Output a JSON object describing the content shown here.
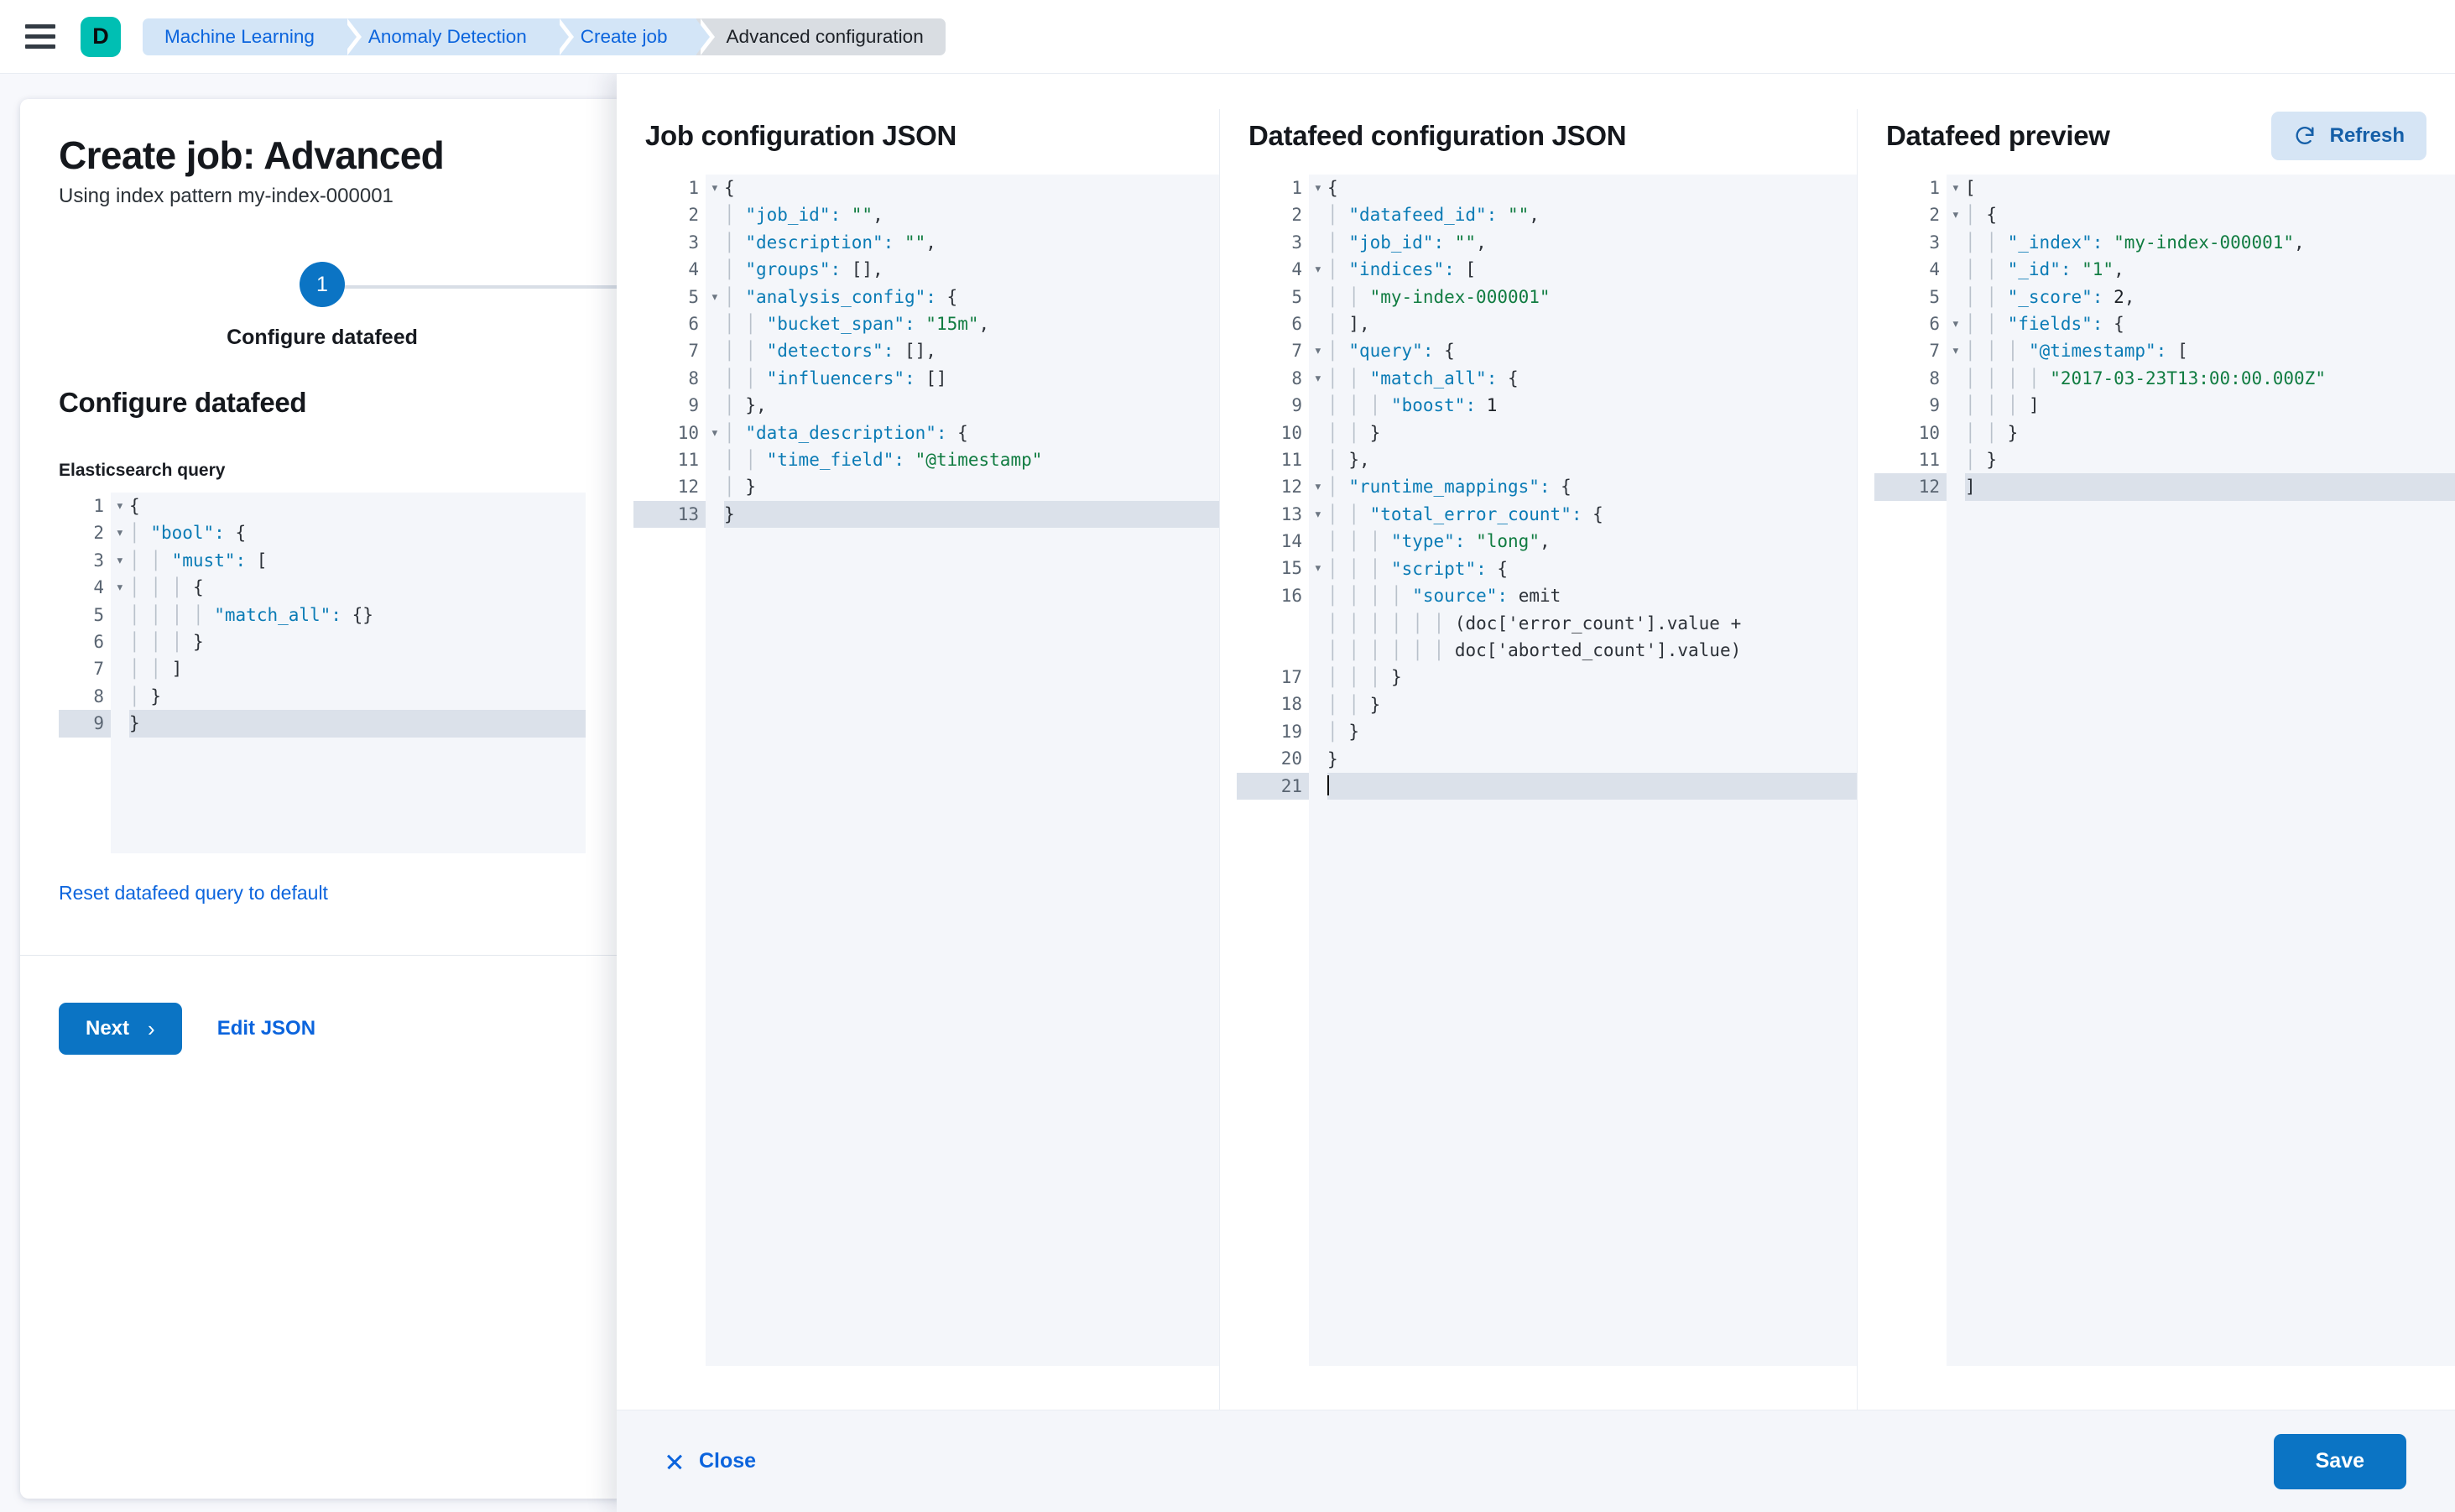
{
  "topnav": {
    "menu_icon": "hamburger-icon",
    "logo_letter": "D",
    "breadcrumbs": [
      {
        "label": "Machine Learning",
        "current": false
      },
      {
        "label": "Anomaly Detection",
        "current": false
      },
      {
        "label": "Create job",
        "current": false
      },
      {
        "label": "Advanced configuration",
        "current": true
      }
    ]
  },
  "wizard": {
    "title": "Create job: Advanced",
    "subtitle": "Using index pattern my-index-000001",
    "step_number": "1",
    "step_label": "Configure datafeed",
    "section_title": "Configure datafeed",
    "query_field_label": "Elasticsearch query",
    "reset_link": "Reset datafeed query to default",
    "next_label": "Next",
    "next_chevron": "›",
    "edit_json_label": "Edit JSON",
    "query_editor": {
      "highlighted_line": 9,
      "lines": [
        {
          "n": 1,
          "fold": true,
          "text": "{"
        },
        {
          "n": 2,
          "fold": true,
          "text": "  \"bool\": {"
        },
        {
          "n": 3,
          "fold": true,
          "text": "    \"must\": ["
        },
        {
          "n": 4,
          "fold": true,
          "text": "      {"
        },
        {
          "n": 5,
          "fold": false,
          "text": "        \"match_all\": {}"
        },
        {
          "n": 6,
          "fold": false,
          "text": "      }"
        },
        {
          "n": 7,
          "fold": false,
          "text": "    ]"
        },
        {
          "n": 8,
          "fold": false,
          "text": "  }"
        },
        {
          "n": 9,
          "fold": false,
          "text": "}"
        }
      ]
    }
  },
  "flyout": {
    "panels": [
      {
        "key": "job_config",
        "title": "Job configuration JSON",
        "has_refresh": false,
        "editor": {
          "highlighted_line": 13,
          "lines": [
            {
              "n": 1,
              "fold": true,
              "text": "{"
            },
            {
              "n": 2,
              "fold": false,
              "text": "  \"job_id\": \"\","
            },
            {
              "n": 3,
              "fold": false,
              "text": "  \"description\": \"\","
            },
            {
              "n": 4,
              "fold": false,
              "text": "  \"groups\": [],"
            },
            {
              "n": 5,
              "fold": true,
              "text": "  \"analysis_config\": {"
            },
            {
              "n": 6,
              "fold": false,
              "text": "    \"bucket_span\": \"15m\","
            },
            {
              "n": 7,
              "fold": false,
              "text": "    \"detectors\": [],"
            },
            {
              "n": 8,
              "fold": false,
              "text": "    \"influencers\": []"
            },
            {
              "n": 9,
              "fold": false,
              "text": "  },"
            },
            {
              "n": 10,
              "fold": true,
              "text": "  \"data_description\": {"
            },
            {
              "n": 11,
              "fold": false,
              "text": "    \"time_field\": \"@timestamp\""
            },
            {
              "n": 12,
              "fold": false,
              "text": "  }"
            },
            {
              "n": 13,
              "fold": false,
              "text": "}"
            }
          ]
        }
      },
      {
        "key": "datafeed_config",
        "title": "Datafeed configuration JSON",
        "has_refresh": false,
        "editor": {
          "highlighted_line": 21,
          "lines": [
            {
              "n": 1,
              "fold": true,
              "text": "{"
            },
            {
              "n": 2,
              "fold": false,
              "text": "  \"datafeed_id\": \"\","
            },
            {
              "n": 3,
              "fold": false,
              "text": "  \"job_id\": \"\","
            },
            {
              "n": 4,
              "fold": true,
              "text": "  \"indices\": ["
            },
            {
              "n": 5,
              "fold": false,
              "text": "    \"my-index-000001\""
            },
            {
              "n": 6,
              "fold": false,
              "text": "  ],"
            },
            {
              "n": 7,
              "fold": true,
              "text": "  \"query\": {"
            },
            {
              "n": 8,
              "fold": true,
              "text": "    \"match_all\": {"
            },
            {
              "n": 9,
              "fold": false,
              "text": "      \"boost\": 1"
            },
            {
              "n": 10,
              "fold": false,
              "text": "    }"
            },
            {
              "n": 11,
              "fold": false,
              "text": "  },"
            },
            {
              "n": 12,
              "fold": true,
              "text": "  \"runtime_mappings\": {"
            },
            {
              "n": 13,
              "fold": true,
              "text": "    \"total_error_count\": {"
            },
            {
              "n": 14,
              "fold": false,
              "text": "      \"type\": \"long\","
            },
            {
              "n": 15,
              "fold": true,
              "text": "      \"script\": {"
            },
            {
              "n": 16,
              "fold": false,
              "text": "        \"source\": \"emit\n            (doc['error_count'].value +\n            doc['aborted_count'].value)\""
            },
            {
              "n": 17,
              "fold": false,
              "text": "      }"
            },
            {
              "n": 18,
              "fold": false,
              "text": "    }"
            },
            {
              "n": 19,
              "fold": false,
              "text": "  }"
            },
            {
              "n": 20,
              "fold": false,
              "text": "}"
            },
            {
              "n": 21,
              "fold": false,
              "text": ""
            }
          ]
        }
      },
      {
        "key": "datafeed_preview",
        "title": "Datafeed preview",
        "has_refresh": true,
        "refresh_label": "Refresh",
        "refresh_icon": "refresh-icon",
        "editor": {
          "highlighted_line": 12,
          "lines": [
            {
              "n": 1,
              "fold": true,
              "text": "["
            },
            {
              "n": 2,
              "fold": true,
              "text": "  {"
            },
            {
              "n": 3,
              "fold": false,
              "text": "    \"_index\": \"my-index-000001\","
            },
            {
              "n": 4,
              "fold": false,
              "text": "    \"_id\": \"1\","
            },
            {
              "n": 5,
              "fold": false,
              "text": "    \"_score\": 2,"
            },
            {
              "n": 6,
              "fold": true,
              "text": "    \"fields\": {"
            },
            {
              "n": 7,
              "fold": true,
              "text": "      \"@timestamp\": ["
            },
            {
              "n": 8,
              "fold": false,
              "text": "        \"2017-03-23T13:00:00.000Z\""
            },
            {
              "n": 9,
              "fold": false,
              "text": "      ]"
            },
            {
              "n": 10,
              "fold": false,
              "text": "    }"
            },
            {
              "n": 11,
              "fold": false,
              "text": "  }"
            },
            {
              "n": 12,
              "fold": false,
              "text": "]"
            }
          ]
        }
      }
    ],
    "footer": {
      "close_label": "Close",
      "close_icon": "close-icon",
      "save_label": "Save"
    }
  },
  "colors": {
    "primary": "#0b74c4",
    "link": "#0b64dd",
    "brand": "#00bfb3",
    "string": "#107c41",
    "key": "#0a7bb5",
    "highlight": "#dbe1ea"
  }
}
